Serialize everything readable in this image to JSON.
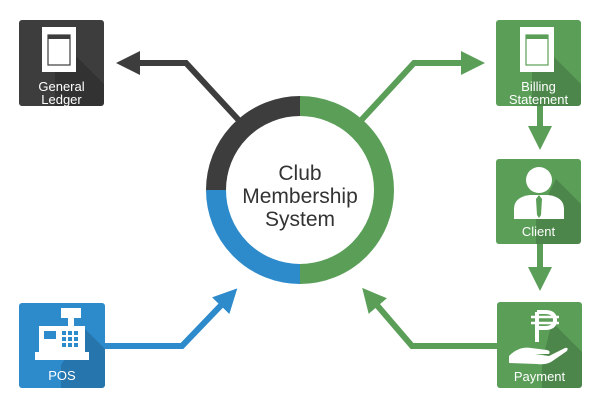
{
  "center": {
    "lines": [
      "Club",
      "Membership",
      "System"
    ],
    "ring_segments": [
      {
        "name": "top-left",
        "color": "#3d3d3d"
      },
      {
        "name": "top-right",
        "color": "#5a9e58"
      },
      {
        "name": "bottom-right",
        "color": "#5a9e58"
      },
      {
        "name": "bottom-left",
        "color": "#2d8acb"
      }
    ]
  },
  "nodes": {
    "general_ledger": {
      "label_line1": "General",
      "label_line2": "Ledger",
      "icon": "document-icon",
      "color": "#3d3d3d"
    },
    "billing_statement": {
      "label_line1": "Billing",
      "label_line2": "Statement",
      "icon": "document-icon",
      "color": "#5a9e58"
    },
    "client": {
      "label": "Client",
      "icon": "person-tie-icon",
      "color": "#5a9e58"
    },
    "payment": {
      "label": "Payment",
      "icon": "peso-hand-icon",
      "color": "#5a9e58"
    },
    "pos": {
      "label": "POS",
      "icon": "cash-register-icon",
      "color": "#2d8acb"
    }
  },
  "colors": {
    "dark": "#3d3d3d",
    "green": "#5a9e58",
    "blue": "#2d8acb"
  }
}
